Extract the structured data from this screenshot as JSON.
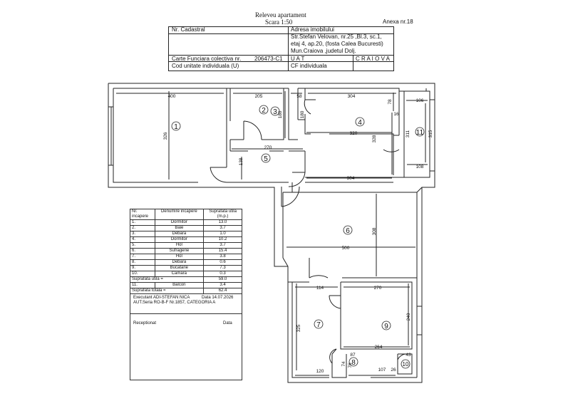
{
  "header": {
    "title": "Releveu apartament",
    "scale": "Scara 1:50",
    "annex": "Anexa nr.18",
    "cadastral_label": "Nr. Cadastral",
    "address_label": "Adresa imobilului",
    "address_line1": "Str.Stefan Velovan, nr.25 ,Bl.3, sc.1,",
    "address_line2": "etaj 4, ap.20,  (fosta Calea Bucuresti)",
    "address_line3": "Mun.Craiova ,judetul  Dolj.",
    "land_book_label": "Carte Funciara colectiva nr.",
    "land_book_number": "206473-C1",
    "uat_label": "U A T",
    "uat_value": "C R A I O V A",
    "unit_code_label": "Cod   unitate individuala (U)",
    "cf_label": "CF individuala"
  },
  "legend": {
    "col_nr": "Nr.",
    "col_nr2": "incapere",
    "col_name": "Denumire incapere",
    "col_area": "Suprafata utila",
    "col_area2": "(m.p.)",
    "rows": [
      {
        "nr": "1.",
        "name": "Dormitor",
        "area": "13.0"
      },
      {
        "nr": "2.",
        "name": "Baie",
        "area": "3.7"
      },
      {
        "nr": "3.",
        "name": "Debara",
        "area": "1.0"
      },
      {
        "nr": "4.",
        "name": "Dormitor",
        "area": "10.2"
      },
      {
        "nr": "5.",
        "name": "Hol",
        "area": "3.7"
      },
      {
        "nr": "6.",
        "name": "Sufragerie",
        "area": "15.4"
      },
      {
        "nr": "7.",
        "name": "Hol",
        "area": "3.8"
      },
      {
        "nr": "8.",
        "name": "Debara",
        "area": "0.6"
      },
      {
        "nr": "9.",
        "name": "Bucatarie",
        "area": "7.3"
      },
      {
        "nr": "10.",
        "name": "Camara",
        "area": "0.3"
      }
    ],
    "useful_label": "Suprafata utila =",
    "useful_value": "59.0",
    "balcony_nr": "11.",
    "balcony_name": "Balcon",
    "balcony_value": "3.4",
    "total_label": "Suprafata totala =",
    "total_value": "62.4"
  },
  "executor": {
    "line1": "Executant ADI-STEFAN NICA",
    "date": "Data 14.07.2026",
    "line2": "AUT.Seria  RO-B-F Nr.1857, CATEGORIA A",
    "receptioned": "Receptionat",
    "date_label": "Data"
  },
  "plan": {
    "rooms": [
      "1",
      "2",
      "3",
      "4",
      "5",
      "6",
      "7",
      "8",
      "9",
      "10",
      "11"
    ],
    "dims": {
      "d400": "400",
      "d205": "205",
      "d58": "58",
      "d304": "304",
      "d106": "106",
      "d326": "326",
      "d180a": "180",
      "d180b": "180",
      "d78": "78",
      "d16": "16",
      "d320": "320",
      "d328": "328",
      "d311": "311",
      "d315": "315",
      "d108": "108",
      "d270a": "270",
      "d138": "138",
      "d304b": "304",
      "d308": "308",
      "d500": "500",
      "d114": "114",
      "d270b": "270",
      "d240": "240",
      "d325": "325",
      "d264": "264",
      "d87": "87",
      "d43": "43",
      "d74": "74",
      "d76": "76",
      "d120": "120",
      "d107": "107",
      "d26": "26"
    }
  }
}
